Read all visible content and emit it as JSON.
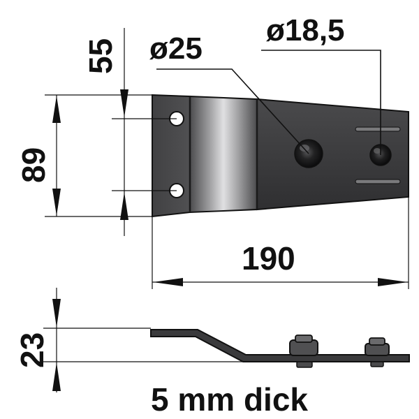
{
  "dimensions": {
    "top_offset": "55",
    "hole_large": "ø25",
    "hole_small": "ø18,5",
    "height": "89",
    "length": "190",
    "thickness_offset": "23"
  },
  "note": "5 mm dick",
  "colors": {
    "ink": "#111111",
    "plate_dark": "#3f3f40",
    "plate_mid": "#5a5a5c",
    "plate_light": "#8c8c8e",
    "bend_highlight": "#d7d7d9",
    "background": "#ffffff"
  }
}
